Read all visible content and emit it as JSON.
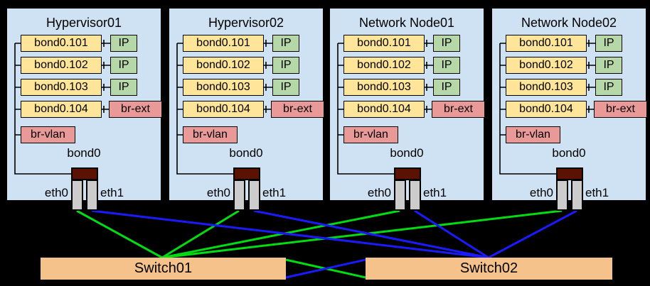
{
  "background": "#000000",
  "colors": {
    "panel_bg": "#cfe2f3",
    "vlan_interface_box": "#ffe599",
    "ip_box": "#b6d7a8",
    "bridge_box": "#ea9999",
    "bond_box": "#5c1202",
    "nic_box": "#cccccc",
    "switch_box": "#f6c28b",
    "eth0_link": "#00dc14",
    "eth1_link": "#1a1afc",
    "wire": "#000000"
  },
  "nodes": [
    {
      "title": "Hypervisor01",
      "interfaces": [
        {
          "name": "bond0.101",
          "peer": "IP"
        },
        {
          "name": "bond0.102",
          "peer": "IP"
        },
        {
          "name": "bond0.103",
          "peer": "IP"
        },
        {
          "name": "bond0.104",
          "peer": "br-ext"
        }
      ],
      "bridge": "br-vlan",
      "bond": "bond0",
      "nics": [
        "eth0",
        "eth1"
      ]
    },
    {
      "title": "Hypervisor02",
      "interfaces": [
        {
          "name": "bond0.101",
          "peer": "IP"
        },
        {
          "name": "bond0.102",
          "peer": "IP"
        },
        {
          "name": "bond0.103",
          "peer": "IP"
        },
        {
          "name": "bond0.104",
          "peer": "br-ext"
        }
      ],
      "bridge": "br-vlan",
      "bond": "bond0",
      "nics": [
        "eth0",
        "eth1"
      ]
    },
    {
      "title": "Network Node01",
      "interfaces": [
        {
          "name": "bond0.101",
          "peer": "IP"
        },
        {
          "name": "bond0.102",
          "peer": "IP"
        },
        {
          "name": "bond0.103",
          "peer": "IP"
        },
        {
          "name": "bond0.104",
          "peer": "br-ext"
        }
      ],
      "bridge": "br-vlan",
      "bond": "bond0",
      "nics": [
        "eth0",
        "eth1"
      ]
    },
    {
      "title": "Network Node02",
      "interfaces": [
        {
          "name": "bond0.101",
          "peer": "IP"
        },
        {
          "name": "bond0.102",
          "peer": "IP"
        },
        {
          "name": "bond0.103",
          "peer": "IP"
        },
        {
          "name": "bond0.104",
          "peer": "br-ext"
        }
      ],
      "bridge": "br-vlan",
      "bond": "bond0",
      "nics": [
        "eth0",
        "eth1"
      ]
    }
  ],
  "switches": [
    {
      "label": "Switch01"
    },
    {
      "label": "Switch02"
    }
  ],
  "connections": [
    {
      "from": "Hypervisor01.eth0",
      "to": "Switch01",
      "color": "green"
    },
    {
      "from": "Hypervisor02.eth0",
      "to": "Switch01",
      "color": "green"
    },
    {
      "from": "Network Node01.eth0",
      "to": "Switch01",
      "color": "green"
    },
    {
      "from": "Network Node02.eth0",
      "to": "Switch01",
      "color": "green"
    },
    {
      "from": "Hypervisor01.eth1",
      "to": "Switch02",
      "color": "blue"
    },
    {
      "from": "Hypervisor02.eth1",
      "to": "Switch02",
      "color": "blue"
    },
    {
      "from": "Network Node01.eth1",
      "to": "Switch02",
      "color": "blue"
    },
    {
      "from": "Network Node02.eth1",
      "to": "Switch02",
      "color": "blue"
    },
    {
      "from": "Switch01",
      "to": "Switch02",
      "color": "green"
    },
    {
      "from": "Switch01",
      "to": "Switch02",
      "color": "blue"
    }
  ]
}
